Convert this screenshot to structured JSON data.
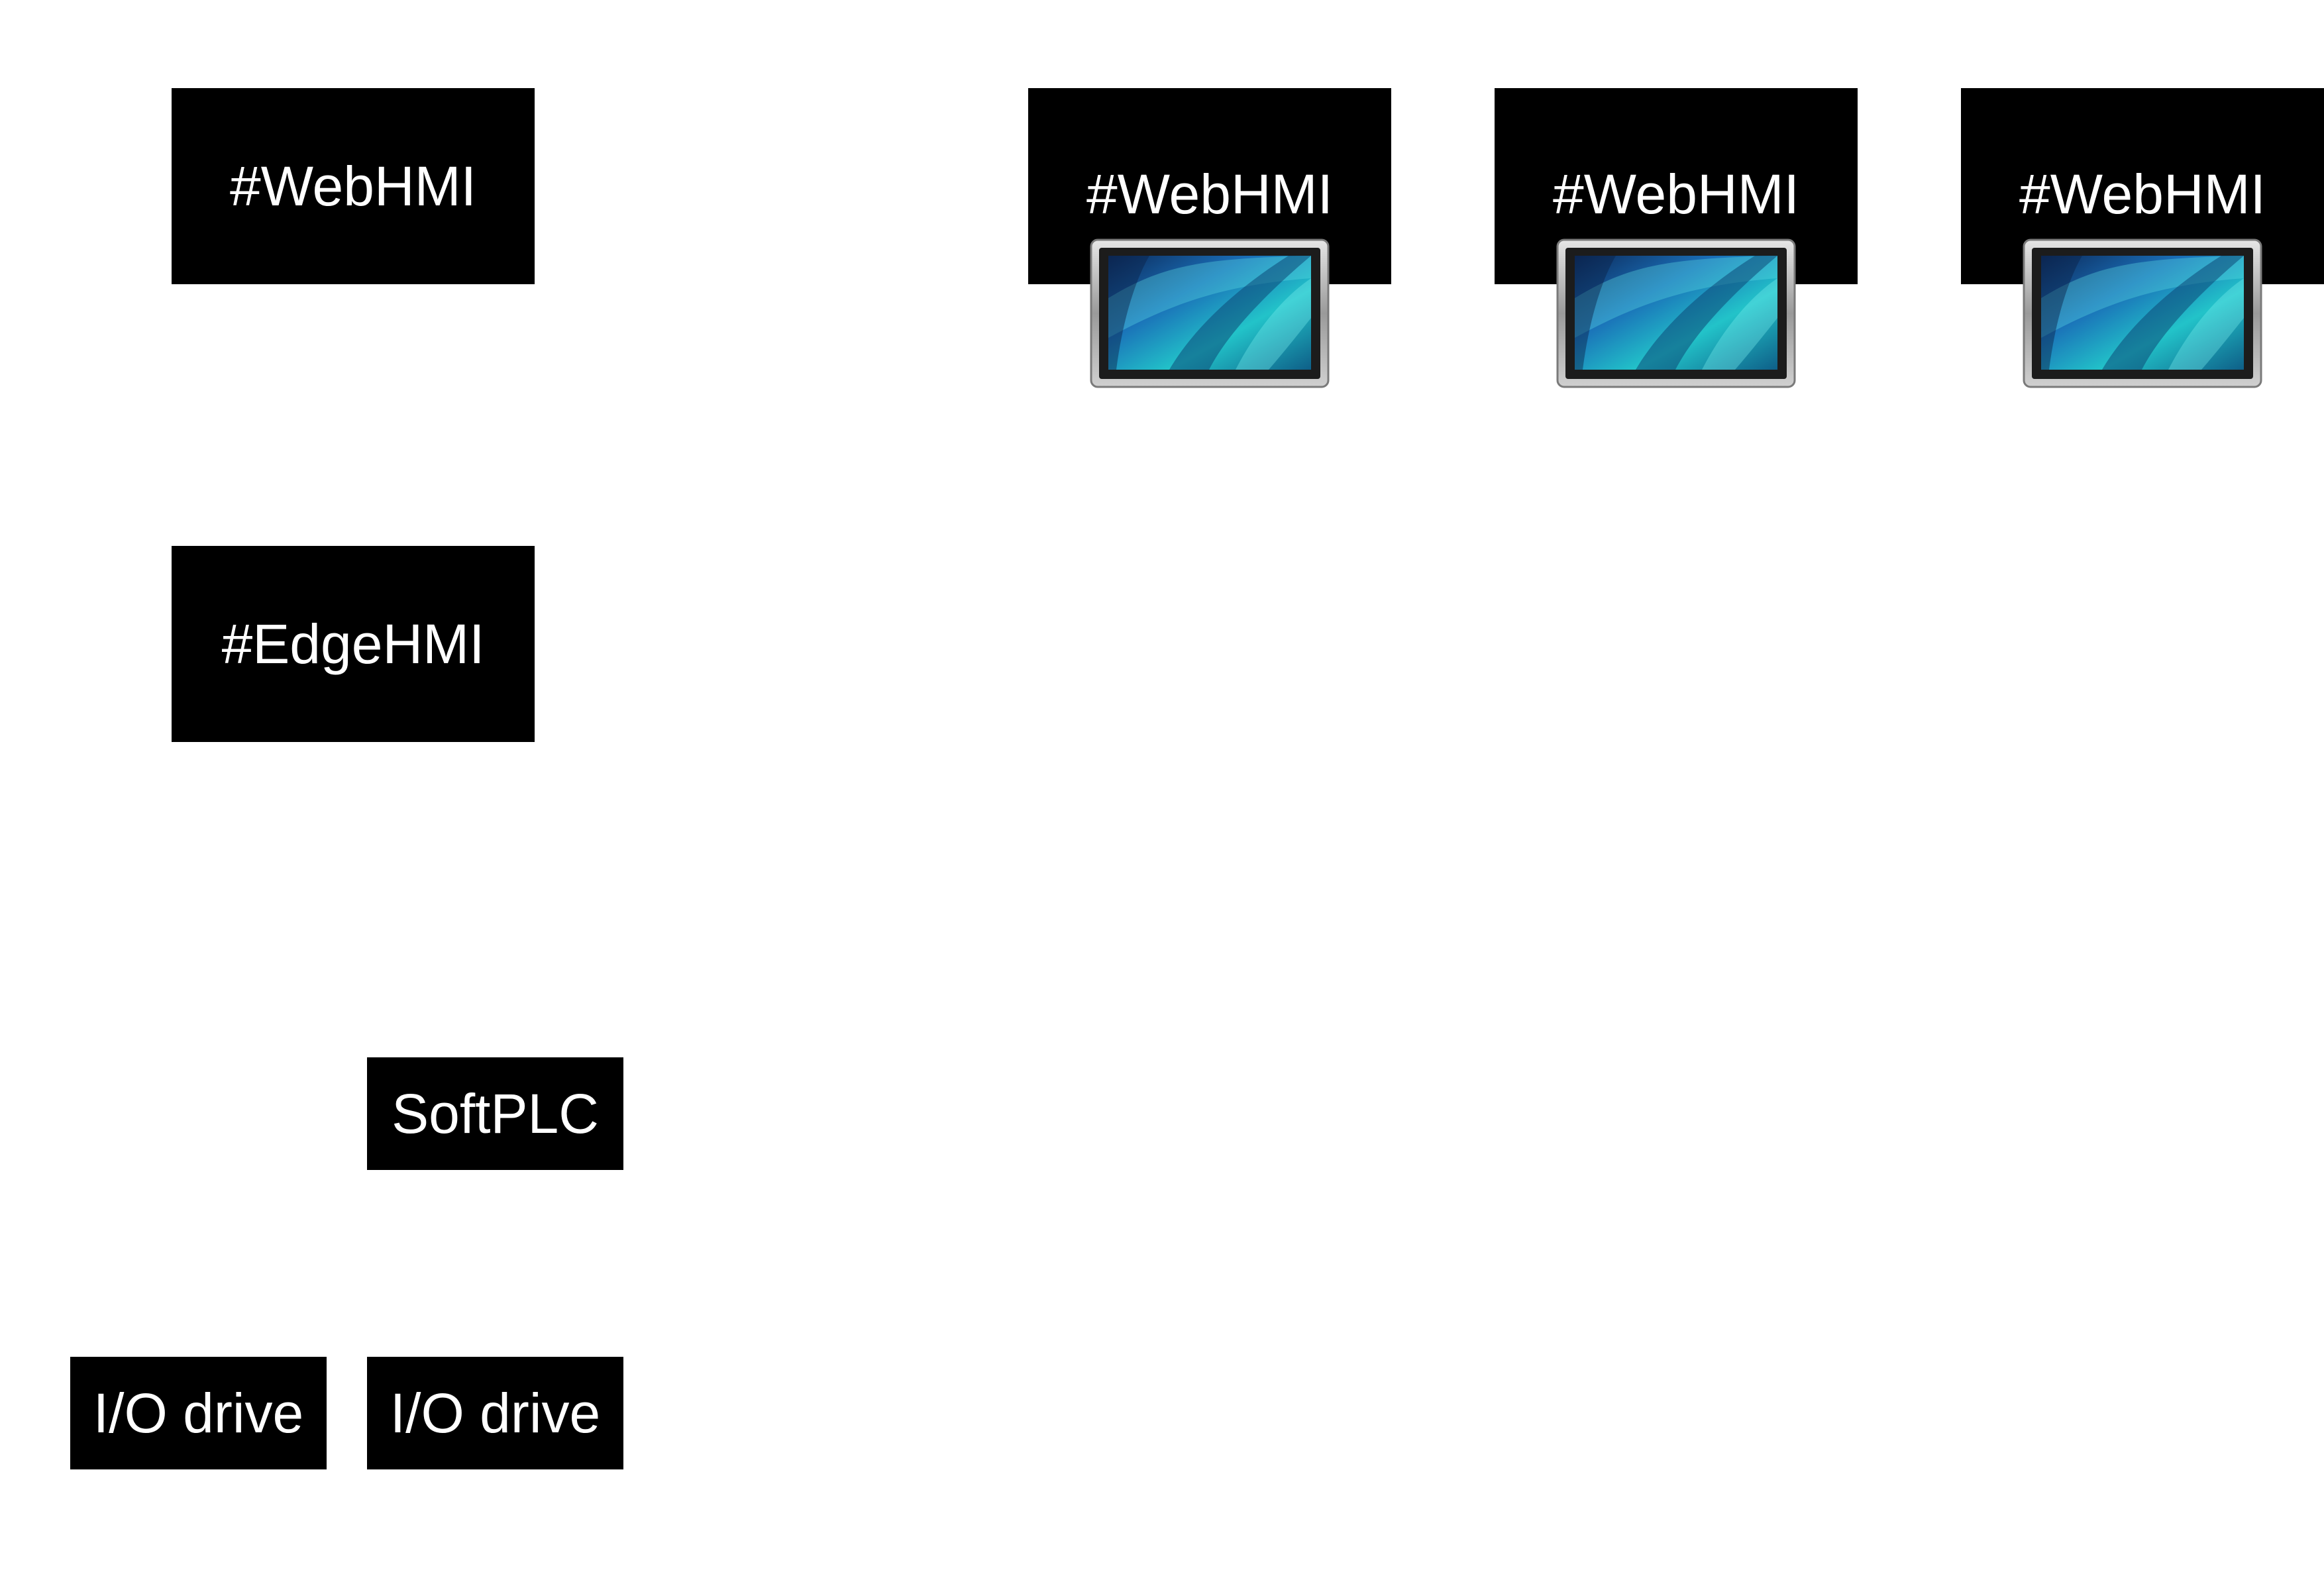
{
  "nodes": {
    "webhmi_left": "#WebHMI",
    "edgehmi": "#EdgeHMI",
    "softplc": "SoftPLC",
    "io_drive_1": "I/O drive",
    "io_drive_2": "I/O drive",
    "webhmi_1": "#WebHMI",
    "webhmi_2": "#WebHMI",
    "webhmi_3": "#WebHMI"
  },
  "devices": [
    {
      "icon": "hmi-panel-icon"
    },
    {
      "icon": "hmi-panel-icon"
    },
    {
      "icon": "hmi-panel-icon"
    }
  ],
  "colors": {
    "box_bg": "#000000",
    "box_text": "#ffffff",
    "screen_cyan": "#1fb8c9",
    "screen_blue": "#1a5fb4",
    "bezel": "#2b2b2b",
    "frame": "#b8b8b8"
  }
}
